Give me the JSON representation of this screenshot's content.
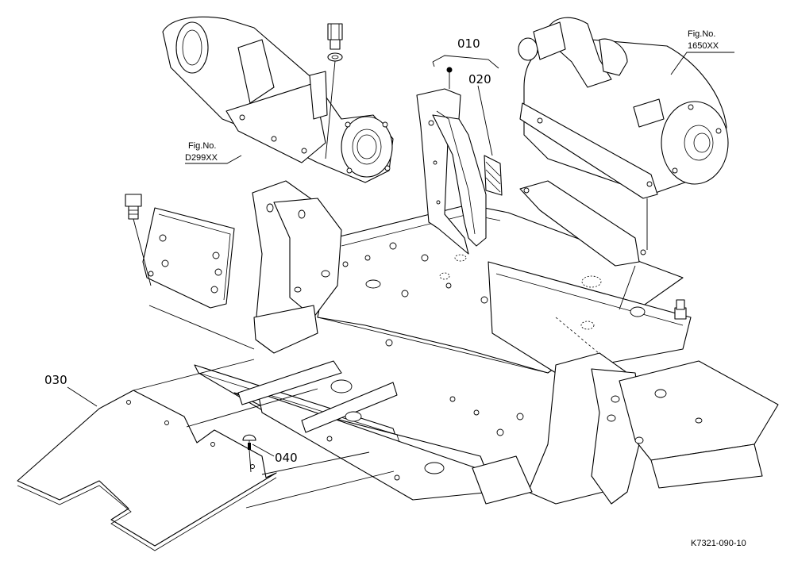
{
  "callouts": {
    "p010": "010",
    "p020": "020",
    "p030": "030",
    "p040": "040"
  },
  "fig_refs": {
    "upper_right": {
      "line1": "Fig.No.",
      "line2": "1650XX"
    },
    "upper_left": {
      "line1": "Fig.No.",
      "line2": "D299XX"
    }
  },
  "drawing_code": "K7321-090-10"
}
